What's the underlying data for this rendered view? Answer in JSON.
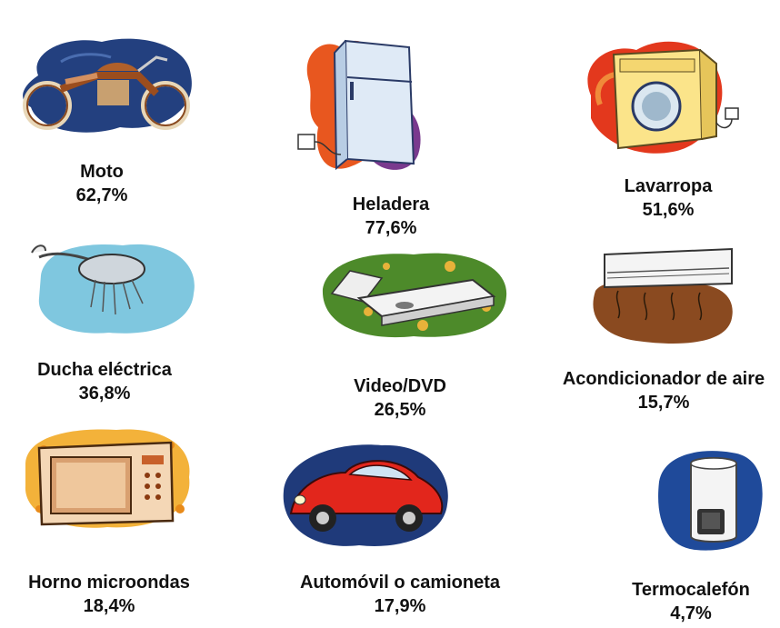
{
  "items": [
    {
      "id": "moto",
      "name": "Moto",
      "pct": "62,7%",
      "icon": "motorcycle-icon"
    },
    {
      "id": "heladera",
      "name": "Heladera",
      "pct": "77,6%",
      "icon": "refrigerator-icon"
    },
    {
      "id": "lavarropa",
      "name": "Lavarropa",
      "pct": "51,6%",
      "icon": "washing-machine-icon"
    },
    {
      "id": "ducha",
      "name": "Ducha eléctrica",
      "pct": "36,8%",
      "icon": "electric-shower-icon"
    },
    {
      "id": "video",
      "name": "Video/DVD",
      "pct": "26,5%",
      "icon": "dvd-player-icon"
    },
    {
      "id": "aire",
      "name": "Acondicionador de aire",
      "pct": "15,7%",
      "icon": "air-conditioner-icon"
    },
    {
      "id": "horno",
      "name": "Horno microondas",
      "pct": "18,4%",
      "icon": "microwave-icon"
    },
    {
      "id": "auto",
      "name": "Automóvil o camioneta",
      "pct": "17,9%",
      "icon": "car-icon"
    },
    {
      "id": "termo",
      "name": "Termocalefón",
      "pct": "4,7%",
      "icon": "water-heater-icon"
    }
  ]
}
